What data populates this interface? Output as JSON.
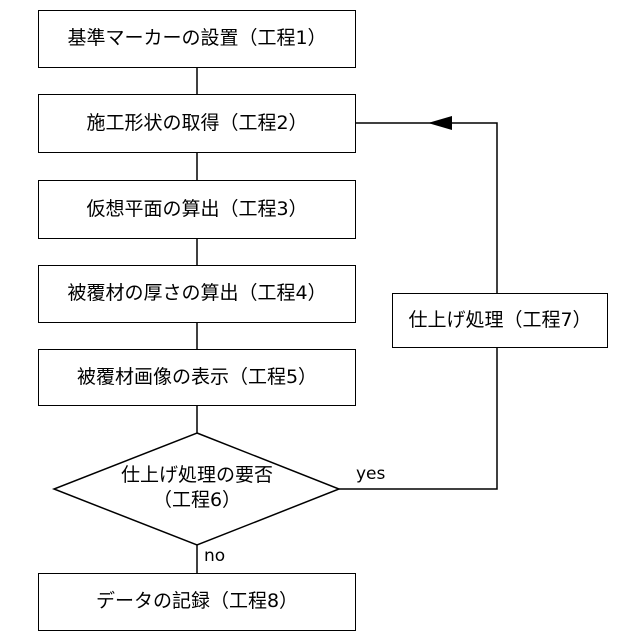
{
  "steps": {
    "step1": "基準マーカーの設置（工程1）",
    "step2": "施工形状の取得（工程2）",
    "step3": "仮想平面の算出（工程3）",
    "step4": "被覆材の厚さの算出（工程4）",
    "step5": "被覆材画像の表示（工程5）",
    "step6_line1": "仕上げ処理の要否",
    "step6_line2": "（工程6）",
    "step7": "仕上げ処理（工程7）",
    "step8": "データの記録（工程8）"
  },
  "edge_labels": {
    "yes": "yes",
    "no": "no"
  },
  "colors": {
    "stroke": "#000000",
    "fill": "#ffffff"
  }
}
